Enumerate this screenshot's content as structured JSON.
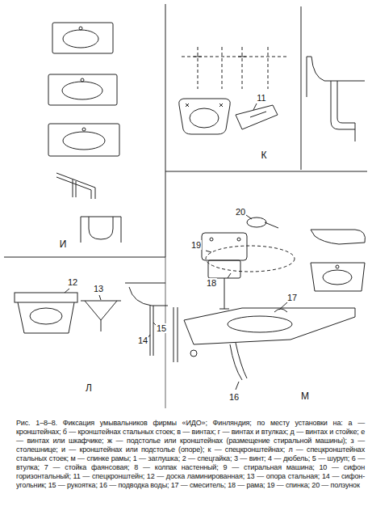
{
  "diagram": {
    "caption": "Рис. 1–8–8. Фиксация умывальников фирмы «ИДО»; Финляндия; по месту установки на: а — кронштейнах; б — кронштейнах стальных стоек; в — винтах; г — винтах и втулках; д — винтах и стойке; е — винтах или шкафчике; ж — подстолье или кронштейнах (размещение стиральной машины); з — столешнице; и — кронштейнах или подстолье (опоре); к — спецкронштейнах; л — спецкронштейнах стальных стоек; м — спинке рамы; 1 — заглушка; 2 — спецгайка; 3 — винт; 4 — дюбель; 5 — шуруп; 6 — втулка; 7 — стойка фаянсовая; 8 — колпак настенный; 9 — стиральная машина; 10 — сифон горизонтальный; 11 — спецкронштейн; 12 — доска ламинированная; 13 — опора стальная; 14 — сифон-угольник; 15 — рукоятка; 16 — подводка воды; 17 — смеситель; 18 — рама; 19 — спинка; 20 — ползунок",
    "labels": [
      "И",
      "11",
      "К",
      "20",
      "19",
      "18",
      "12",
      "13",
      "15",
      "14",
      "17",
      "Л",
      "16",
      "М"
    ]
  }
}
